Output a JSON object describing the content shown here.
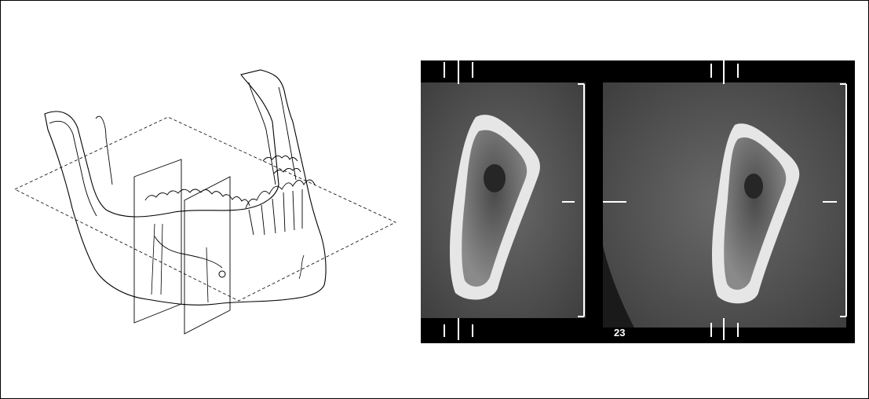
{
  "figure": {
    "left_panel": {
      "content": "mandible-line-drawing"
    },
    "right_panel": {
      "content": "ct-cross-section-pair",
      "slice_number": "23",
      "colors": {
        "background": "#000000",
        "tissue": "#5a5a5a",
        "cortex": "#e8e8e8"
      }
    }
  }
}
